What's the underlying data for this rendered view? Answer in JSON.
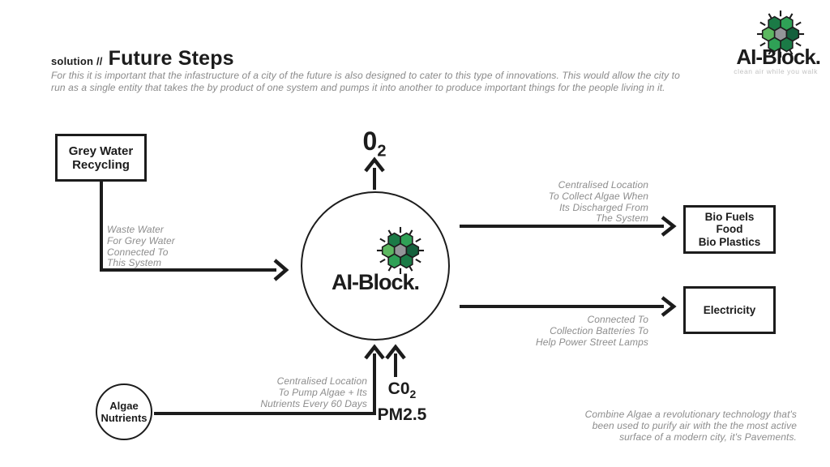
{
  "header": {
    "kicker": "solution //",
    "title": "Future Steps",
    "subtitle_line1": "For this it is important that the infastructure of a city of the future is also designed to cater to this type of innovations. This would allow the city to",
    "subtitle_line2": "run as a single entity that takes the by product  of one system and pumps it into another to produce important things for the people living in it."
  },
  "brand": {
    "name": "AI-Block.",
    "tagline": "clean air while you walk"
  },
  "logo": {
    "outline": "#1c1c1c",
    "hexes": [
      {
        "dx": 0,
        "dy": 0,
        "fill": "#939598"
      },
      {
        "dx": 1.732,
        "dy": 0,
        "fill": "#14603c"
      },
      {
        "dx": -1.732,
        "dy": 0,
        "fill": "#5cb860"
      },
      {
        "dx": 0.866,
        "dy": -1.5,
        "fill": "#2fa156"
      },
      {
        "dx": -0.866,
        "dy": -1.5,
        "fill": "#1b7a46"
      },
      {
        "dx": 0.866,
        "dy": 1.5,
        "fill": "#1b7a46"
      },
      {
        "dx": -0.866,
        "dy": 1.5,
        "fill": "#2fa156"
      }
    ]
  },
  "diagram": {
    "center_label": "AI-Block.",
    "o2": {
      "base": "0",
      "sub": "2"
    },
    "co2": {
      "base": "C0",
      "sub": "2"
    },
    "pm25": "PM2.5",
    "nodes": {
      "grey_water": [
        "Grey Water",
        "Recycling"
      ],
      "bio_fuels": [
        "Bio Fuels",
        "Food",
        "Bio Plastics"
      ],
      "electricity": "Electricity",
      "algae": [
        "Algae",
        "Nutrients"
      ]
    },
    "labels": {
      "waste_water": [
        "Waste Water",
        "For Grey Water",
        "Connected To",
        "This System"
      ],
      "collect_algae": [
        "Centralised Location",
        "To Collect Algae When",
        "Its Discharged From",
        "The System"
      ],
      "batteries": [
        "Connected To",
        "Collection Batteries To",
        "Help Power Street Lamps"
      ],
      "pump_algae": [
        "Centralised Location",
        "To Pump Algae + Its",
        "Nutrients Every 60 Days"
      ],
      "combine": [
        "Combine Algae a revolutionary technology that's",
        "been used to purify air with the the most active",
        "surface of a modern city, it's Pavements."
      ]
    }
  },
  "colors": {
    "ink": "#1c1c1c",
    "label_gray": "#8d8d8d",
    "tagline_gray": "#c2c2c2"
  }
}
